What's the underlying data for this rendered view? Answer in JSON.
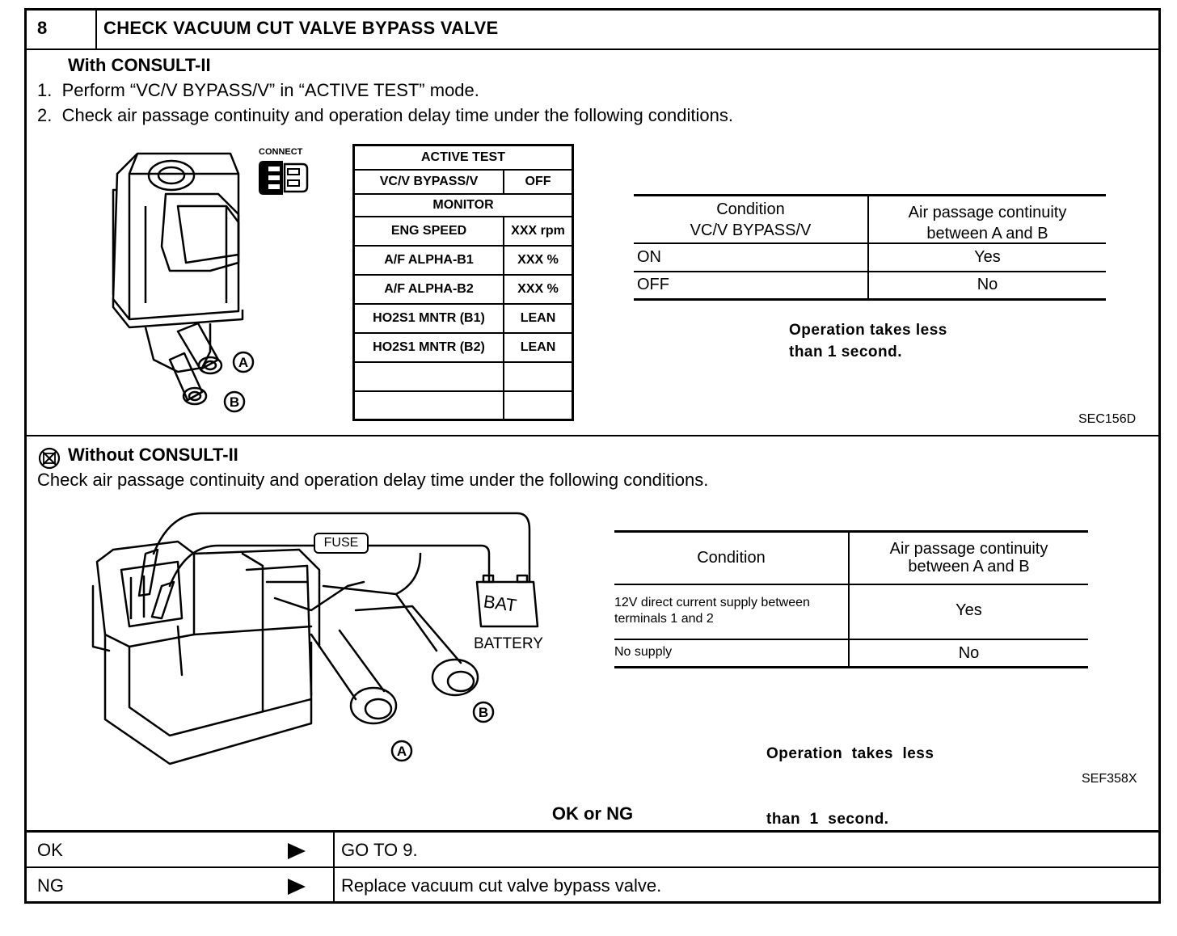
{
  "header": {
    "step": "8",
    "title": "CHECK VACUUM CUT VALVE BYPASS VALVE"
  },
  "with_consult": {
    "heading": "With CONSULT-II",
    "steps": [
      "1.  Perform “VC/V BYPASS/V” in “ACTIVE TEST” mode.",
      "2.  Check air passage continuity and operation delay time under the following conditions."
    ],
    "connect_label": "CONNECT",
    "active_test": {
      "title": "ACTIVE TEST",
      "row": [
        "VC/V BYPASS/V",
        "OFF"
      ],
      "monitor_title": "MONITOR",
      "rows": [
        [
          "ENG SPEED",
          "XXX rpm"
        ],
        [
          "A/F ALPHA-B1",
          "XXX %"
        ],
        [
          "A/F ALPHA-B2",
          "XXX %"
        ],
        [
          "HO2S1 MNTR (B1)",
          "LEAN"
        ],
        [
          "HO2S1 MNTR (B2)",
          "LEAN"
        ],
        [
          "",
          ""
        ],
        [
          "",
          ""
        ]
      ]
    },
    "condition_table": {
      "head_left_1": "Condition",
      "head_left_2": "VC/V BYPASS/V",
      "head_right_1": "Air passage continuity",
      "head_right_2": "between A and B",
      "rows": [
        [
          "ON",
          "Yes"
        ],
        [
          "OFF",
          "No"
        ]
      ]
    },
    "note_1": "Operation takes less",
    "note_2": "than 1 second.",
    "port_a": "A",
    "port_b": "B",
    "figure_code": "SEC156D"
  },
  "without_consult": {
    "heading": "Without CONSULT-II",
    "instruction": "Check air passage continuity and operation delay time under the following conditions.",
    "fuse_label": "FUSE",
    "bat_label": "BAT",
    "battery_label": "BATTERY",
    "port_a": "A",
    "port_b": "B",
    "condition_table": {
      "head_left": "Condition",
      "head_right_1": "Air passage continuity",
      "head_right_2": "between A and B",
      "row1_left_1": "12V direct current supply between",
      "row1_left_2": "terminals 1 and 2",
      "row1_right": "Yes",
      "row2_left": "No supply",
      "row2_right": "No"
    },
    "note_1": "Operation  takes  less",
    "note_2": "than  1  second.",
    "figure_code": "SEF358X"
  },
  "result": {
    "title": "OK or NG",
    "rows": [
      {
        "label": "OK",
        "action": "GO TO 9."
      },
      {
        "label": "NG",
        "action": "Replace vacuum cut valve bypass valve."
      }
    ]
  }
}
